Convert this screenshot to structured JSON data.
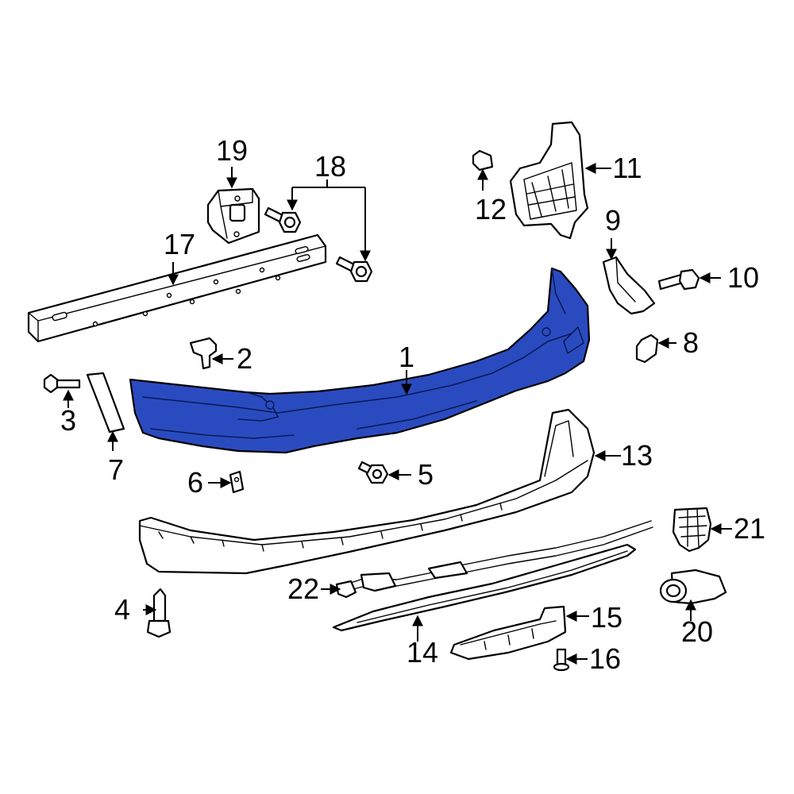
{
  "diagram": {
    "highlight_color": "#2a4bc0",
    "line_color": "#000000",
    "background_color": "#ffffff",
    "callouts": [
      {
        "id": "1",
        "part": "bumper-cover-highlighted"
      },
      {
        "id": "2",
        "part": "retainer-clip"
      },
      {
        "id": "3",
        "part": "bolt"
      },
      {
        "id": "4",
        "part": "bolt"
      },
      {
        "id": "5",
        "part": "bolt"
      },
      {
        "id": "6",
        "part": "nut-clip"
      },
      {
        "id": "7",
        "part": "side-molding"
      },
      {
        "id": "8",
        "part": "small-bracket"
      },
      {
        "id": "9",
        "part": "side-bracket"
      },
      {
        "id": "10",
        "part": "bolt"
      },
      {
        "id": "11",
        "part": "upper-bracket"
      },
      {
        "id": "12",
        "part": "push-pin"
      },
      {
        "id": "13",
        "part": "lower-valance"
      },
      {
        "id": "14",
        "part": "lower-trim"
      },
      {
        "id": "15",
        "part": "skid-plate"
      },
      {
        "id": "16",
        "part": "screw"
      },
      {
        "id": "17",
        "part": "impact-bar"
      },
      {
        "id": "18",
        "part": "bolts"
      },
      {
        "id": "19",
        "part": "mount-bracket"
      },
      {
        "id": "20",
        "part": "park-sensor"
      },
      {
        "id": "21",
        "part": "sensor-bracket"
      },
      {
        "id": "22",
        "part": "wiring-harness"
      }
    ]
  }
}
